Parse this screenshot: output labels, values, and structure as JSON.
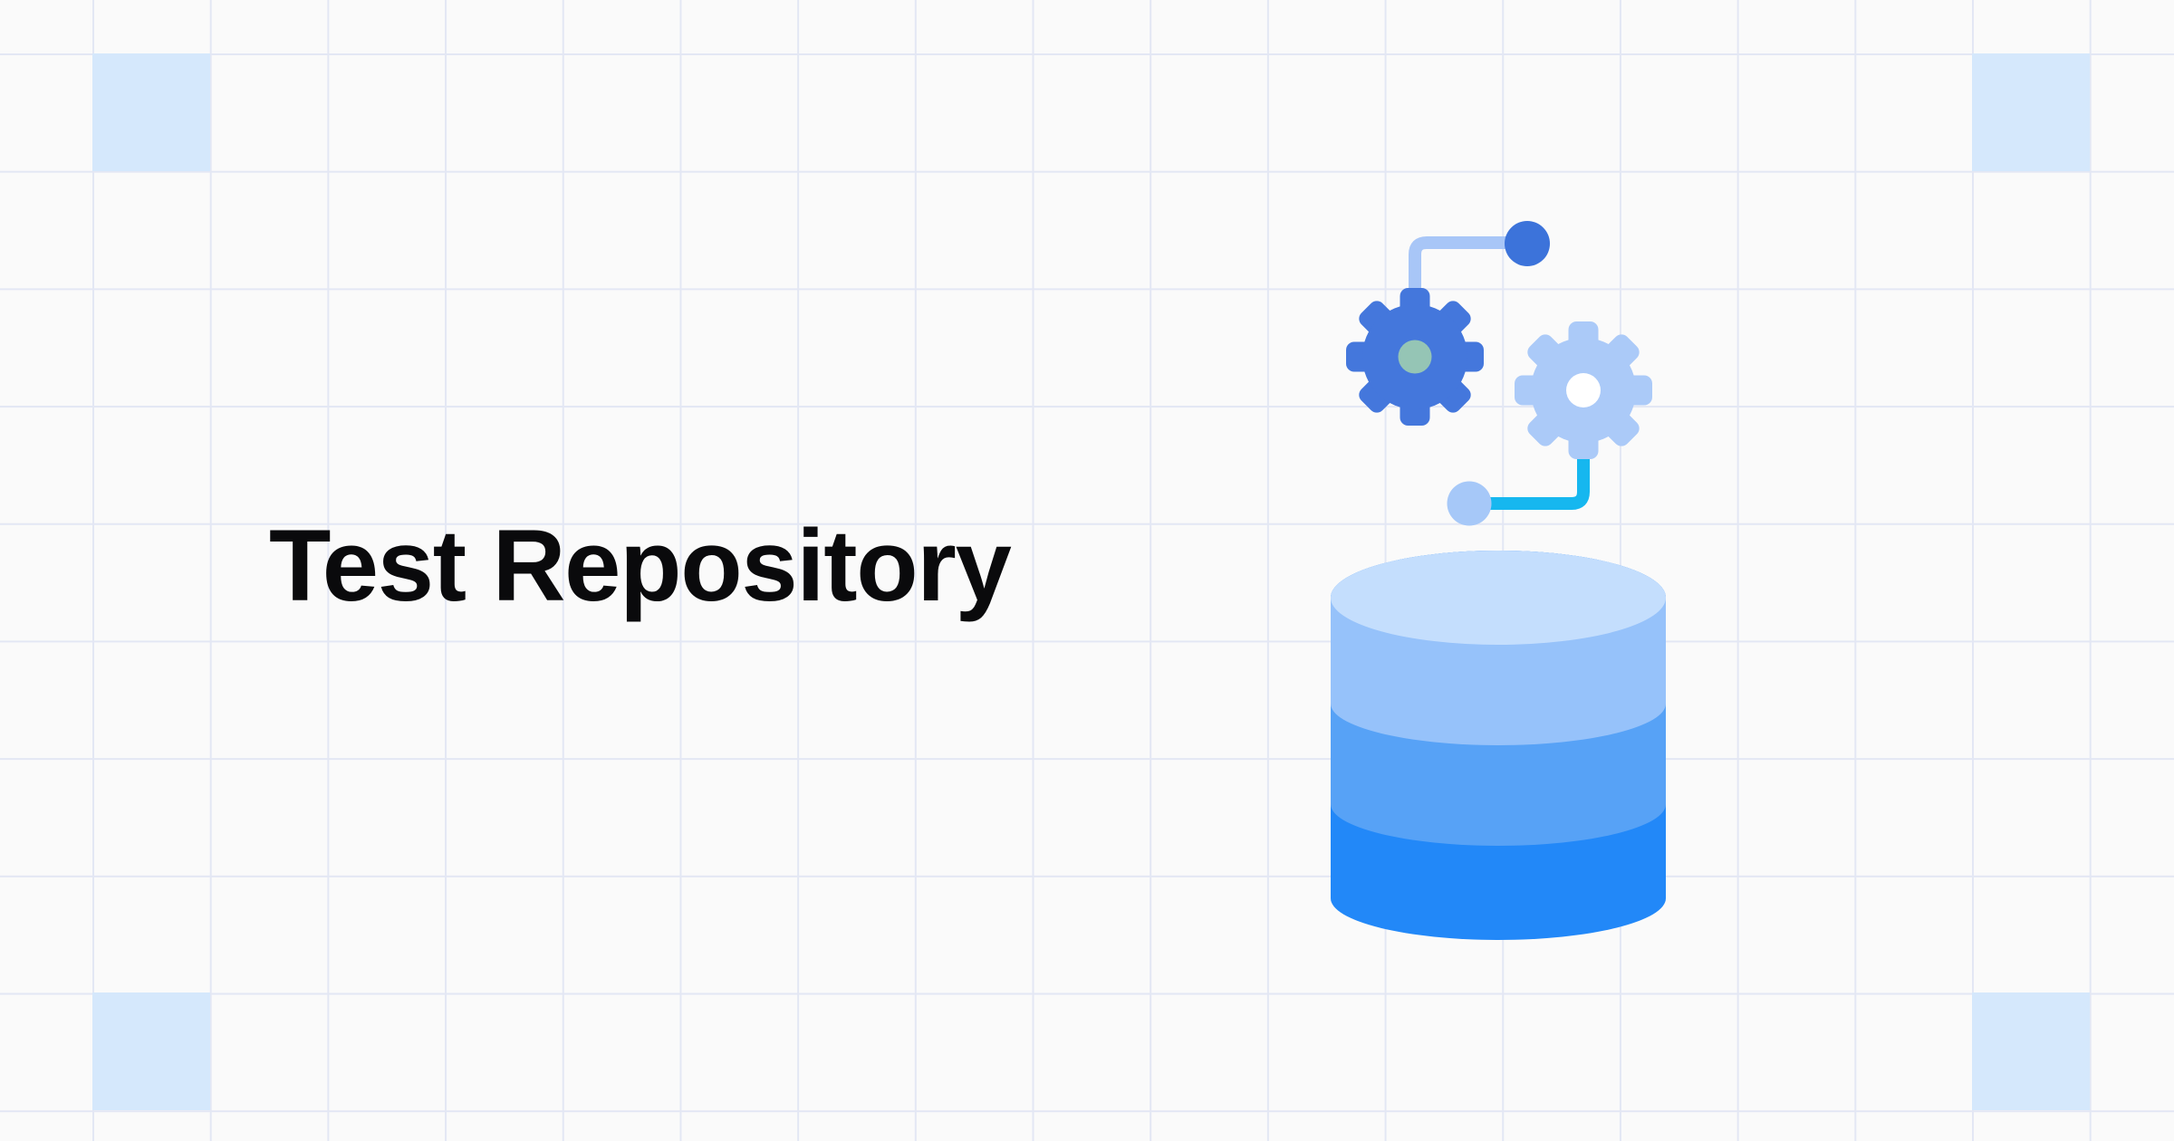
{
  "banner": {
    "title": "Test Repository"
  },
  "illustration": {
    "description": "Two cogwheels linked by elbow connectors with circular end nodes above a three-tier database cylinder",
    "icons": [
      "gear-icon",
      "gear-icon",
      "database-icon",
      "node-dot",
      "node-dot"
    ]
  },
  "colors": {
    "background": "#fafafa",
    "grid_line": "#e3e7f4",
    "corner_square": "#d5e8fc",
    "title_text": "#0a0a0c",
    "gear_dark": "#4477dc",
    "gear_dark_hub": "#95c5b5",
    "gear_light": "#abcaf8",
    "gear_light_hub": "#ffffff",
    "node_dark": "#3c73da",
    "node_light": "#a6c8f8",
    "connector_light": "#a8c6f7",
    "connector_cyan": "#16b7ef",
    "cylinder_top": "#c4defd",
    "cylinder_band_2": "#96c2fa",
    "cylinder_band_3": "#57a2f6",
    "cylinder_band_4": "#2288f8"
  }
}
